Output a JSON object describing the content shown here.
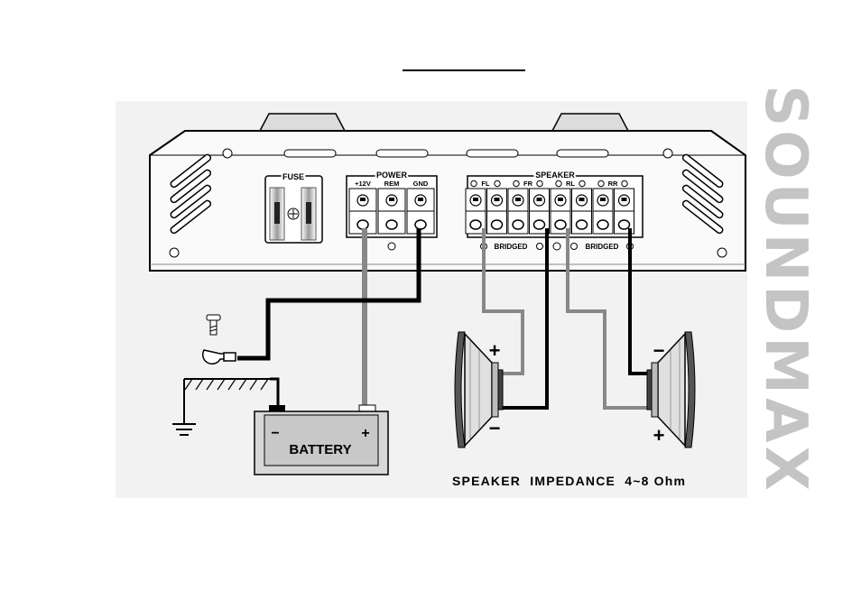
{
  "brand": "SOUNDMAX",
  "amp": {
    "fuse_label": "FUSE",
    "power_label": "POWER",
    "power_terminals": [
      "+12V",
      "REM",
      "GND"
    ],
    "speaker_label": "SPEAKER",
    "channels": [
      "FL",
      "FR",
      "RL",
      "RR"
    ],
    "bridged_label": "BRIDGED"
  },
  "battery": {
    "label": "BATTERY",
    "neg": "−",
    "pos": "+"
  },
  "speakers": {
    "left": {
      "top": "+",
      "bottom": "−"
    },
    "right": {
      "top": "−",
      "bottom": "+"
    }
  },
  "impedance_note": "SPEAKER  IMPEDANCE  4~8 Ohm",
  "colors": {
    "wire_gray": "#888888",
    "wire_black": "#000000",
    "panel_bg": "#f2f2f2",
    "brand": "#c4c4c4"
  }
}
